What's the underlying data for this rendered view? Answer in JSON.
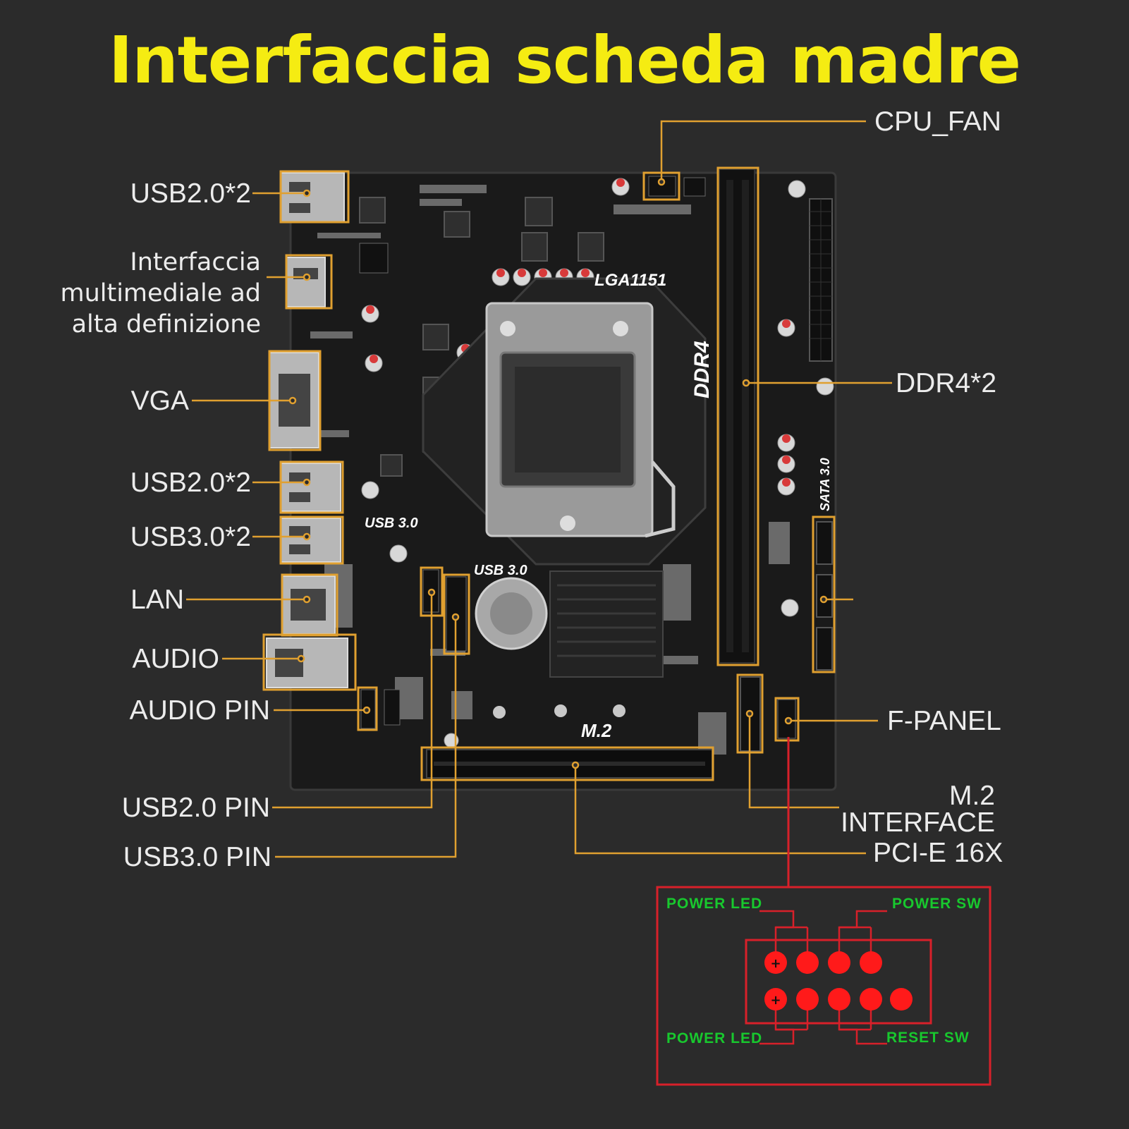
{
  "title": "Interfaccia scheda madre",
  "colors": {
    "background": "#2b2b2b",
    "title": "#f5ec12",
    "label": "#ececec",
    "leader": "#e0a030",
    "pin_box": "#d8202a",
    "pin_label": "#18c82e",
    "board": "#1a1a1a"
  },
  "labels": {
    "usb20_top": "USB2.0*2",
    "hdmi": "Interfaccia multimediale ad alta definizione",
    "vga": "VGA",
    "usb20_mid": "USB2.0*2",
    "usb30": "USB3.0*2",
    "lan": "LAN",
    "audio": "AUDIO",
    "audio_pin": "AUDIO PIN",
    "usb20_pin": "USB2.0 PIN",
    "usb30_pin": "USB3.0 PIN",
    "cpu_fan": "CPU_FAN",
    "ddr4": "DDR4*2",
    "f_panel": "F-PANEL",
    "m2_interface": "M.2 INTERFACE",
    "pcie": "PCI-E 16X"
  },
  "board_marks": {
    "socket": "LGA1151",
    "ram": "DDR4",
    "sata": "SATA 3.0",
    "usb3_a": "USB 3.0",
    "usb3_b": "USB 3.0",
    "m2": "M.2"
  },
  "fpanel_pins": {
    "power_led_top": "POWER LED",
    "power_sw": "POWER SW",
    "power_led_bottom": "POWER LED",
    "reset_sw": "RESET SW",
    "plus_sign": "+"
  }
}
